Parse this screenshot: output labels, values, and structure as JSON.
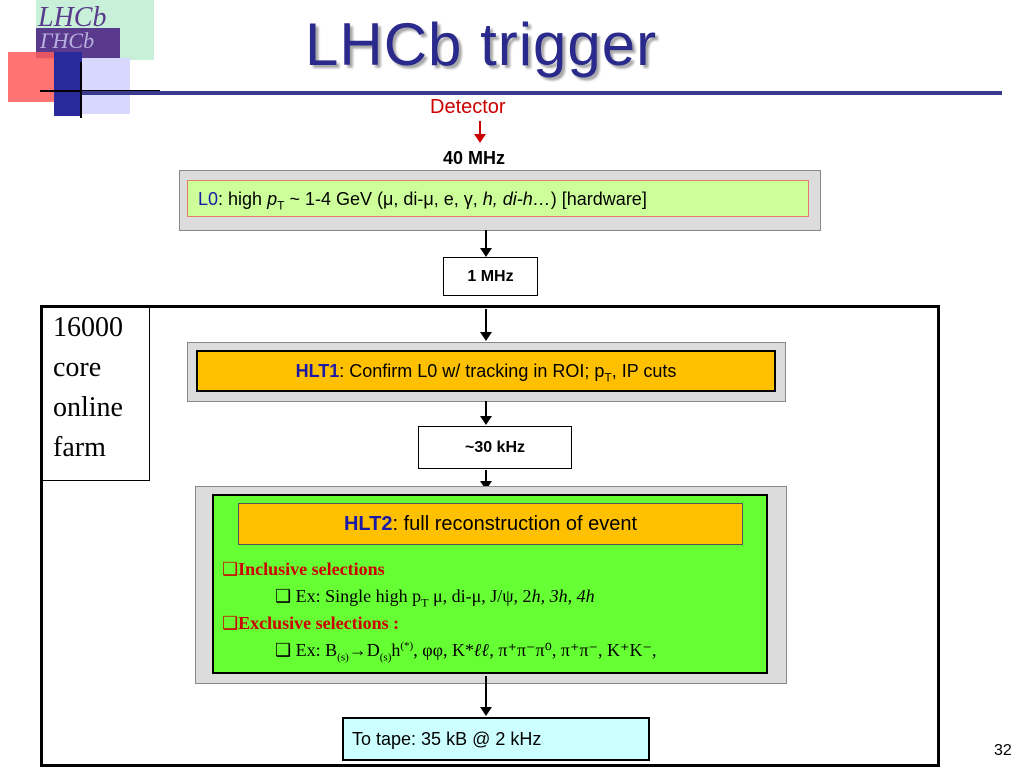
{
  "logo": {
    "text_top": "LHCb",
    "text_bottom": "ГHCb"
  },
  "slide": {
    "title": "LHCb trigger",
    "page_number": "32"
  },
  "detector_label": "Detector",
  "rate_40": "40 MHz",
  "l0": {
    "name": "L0",
    "text": ": high ",
    "pt": "p",
    "pt_sub": "T",
    "rest": " ~ 1-4 GeV (μ, di-μ, e, γ, ",
    "rest_it": "h, di-h…",
    "tail": ")  [hardware]"
  },
  "rate_1": "1 MHz",
  "farm_label": [
    "16000",
    "core",
    "online",
    "farm"
  ],
  "hlt1": {
    "name": "HLT1",
    "text": ": Confirm L0 w/ tracking in ROI;  p",
    "sub": "T",
    "tail": ", IP cuts"
  },
  "rate_30": "~30 kHz",
  "hlt2": {
    "name": "HLT2",
    "text": ": full reconstruction of event"
  },
  "selections": {
    "inclusive_title": "Inclusive selections",
    "inclusive_ex_a": "Ex: Single high p",
    "inclusive_ex_sub": "T",
    "inclusive_ex_b": " μ, di-μ, J/ψ, 2",
    "inclusive_ex_it": "h, 3h, 4h",
    "exclusive_title": "Exclusive selections :",
    "exclusive_ex_a": "Ex: B",
    "exclusive_ex_sub1": "(s)",
    "exclusive_ex_arrow": "→",
    "exclusive_ex_b": "D",
    "exclusive_ex_sub2": "(s)",
    "exclusive_ex_c": "h",
    "exclusive_ex_sup": "(*)",
    "exclusive_ex_d": ", φφ, K*",
    "exclusive_ex_ll": "ℓℓ",
    "exclusive_ex_e": ", π⁺π⁻π⁰, π⁺π⁻, K⁺K⁻,"
  },
  "tape": "To tape:  35 kB @ 2 kHz"
}
